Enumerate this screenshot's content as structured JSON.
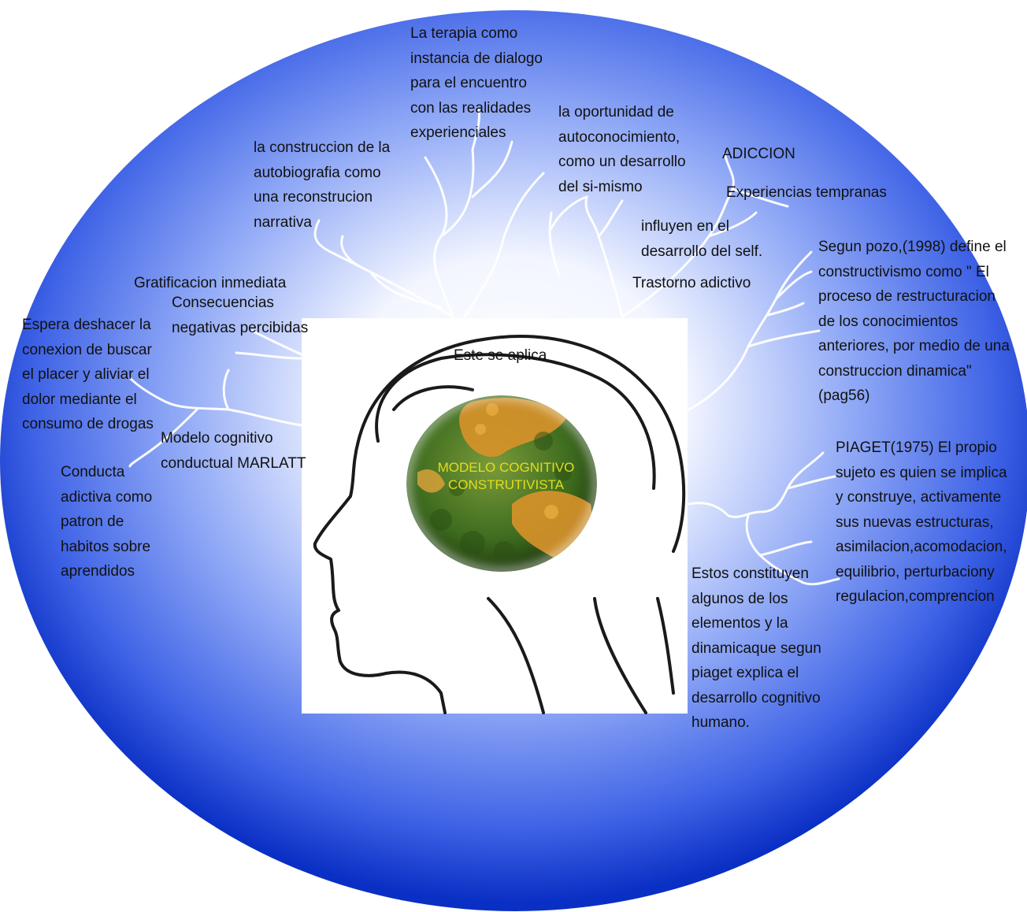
{
  "center": {
    "title": "MODELO COGNITIVO\nCONSTRUTIVISTA",
    "subtitle": "Este se aplica"
  },
  "nodes": {
    "terapia": "La terapia como\ninstancia de dialogo\npara el encuentro\ncon las realidades\nexperienciales",
    "oportunidad": "la oportunidad de\nautoconocimiento,\ncomo un desarrollo\ndel si-mismo",
    "construccion": "la construccion de la\nautobiografia como\nuna reconstrucion\nnarrativa",
    "adiccion": "ADICCION",
    "experiencias": "Experiencias tempranas",
    "influyen": "influyen en el\ndesarrollo del self.",
    "trastorno": "Trastorno adictivo",
    "segun_pozo": "Segun pozo,(1998) define el\nconstructivismo como \" El\nproceso de restructuracion\nde los conocimientos\nanteriores, por medio de una\nconstruccion dinamica\"\n(pag56)",
    "gratificacion": "Gratificacion inmediata",
    "consecuencias": "Consecuencias\nnegativas percibidas",
    "espera": "Espera deshacer la\nconexion de buscar\nel placer y aliviar el\ndolor mediante el\nconsumo de drogas",
    "modelo_marlatt": "Modelo cognitivo\nconductual MARLATT",
    "conducta": "Conducta\nadictiva como\npatron de\nhabitos sobre\naprendidos",
    "piaget": "PIAGET(1975) El propio\nsujeto es quien se implica\ny construye, activamente\nsus nuevas estructuras,\nasimilacion,acomodacion,\nequilibrio, perturbaciony\nregulacion,comprencion",
    "estos": "Estos constituyen\nalgunos de los\nelementos y la\ndinamicaque segun\npiaget explica el\ndesarrollo cognitivo\nhumano."
  },
  "colors": {
    "sphere_center": "#ffffff",
    "sphere_mid": "#6d8df2",
    "sphere_edge": "#0a2fc4",
    "branch_lines": "#ffffff",
    "center_text": "#e3dc1f",
    "head_outline": "#1a1a1a",
    "brain_green": "#3d6b1e",
    "brain_orange": "#d9922a"
  },
  "icons": {
    "head": "human-head-profile-icon",
    "brain": "forest-brain-icon"
  }
}
